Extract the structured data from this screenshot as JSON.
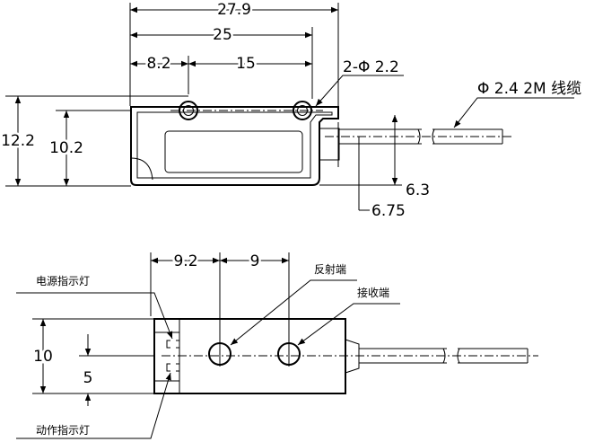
{
  "top_view": {
    "dim_overall_width": "27.9",
    "dim_hole_span_outer": "25",
    "dim_left_hole": "8.2",
    "dim_hole_pitch": "15",
    "dim_hole_diameter": "2-Φ 2.2",
    "dim_cable": "Φ 2.4 2M 线缆",
    "dim_total_height": "12.2",
    "dim_body_height": "10.2",
    "dim_cable_offset": "6.3",
    "dim_cable_center": "6.75"
  },
  "bottom_view": {
    "dim_left_offset": "9.2",
    "dim_pitch": "9",
    "dim_height": "10",
    "dim_center": "5",
    "label_power_led": "电源指示灯",
    "label_emitter": "反射端",
    "label_receiver": "接收端",
    "label_action_led": "动作指示灯"
  }
}
